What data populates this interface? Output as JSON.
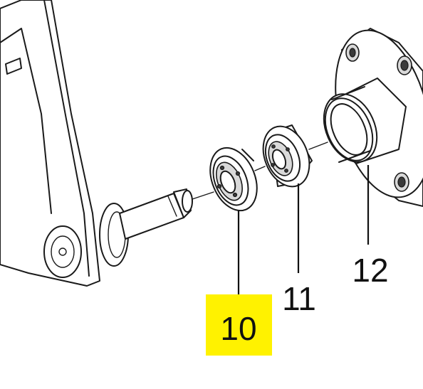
{
  "callouts": [
    {
      "id": "bearing-10",
      "label": "10",
      "highlighted": true
    },
    {
      "id": "bearing-11",
      "label": "11",
      "highlighted": false
    },
    {
      "id": "hub-12",
      "label": "12",
      "highlighted": false
    }
  ],
  "colors": {
    "highlight": "#fff200",
    "line": "#1a1a1a",
    "background": "#ffffff"
  }
}
